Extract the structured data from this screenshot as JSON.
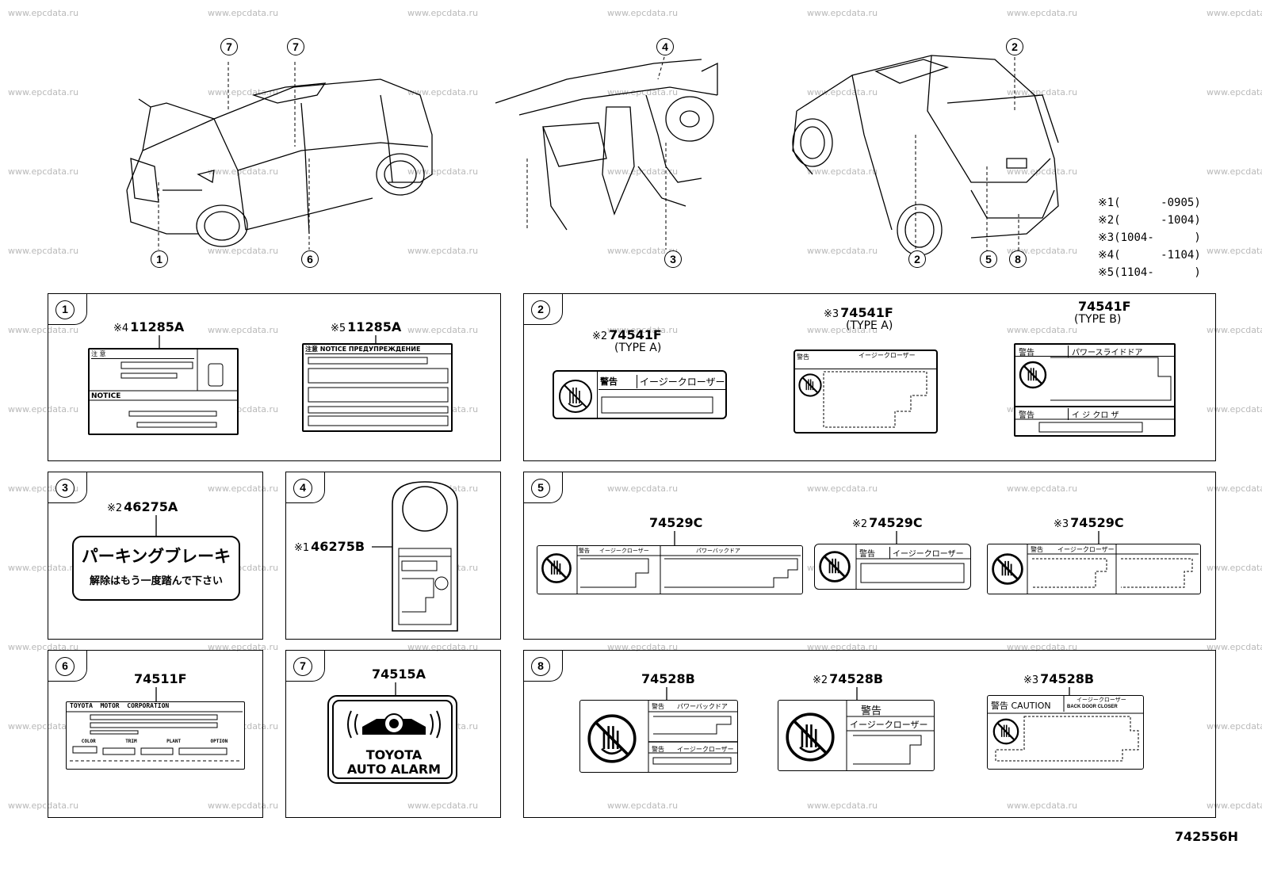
{
  "watermark": "www.epcdata.ru",
  "legend": [
    {
      "mark": "※1",
      "range": "(      -0905)"
    },
    {
      "mark": "※2",
      "range": "(      -1004)"
    },
    {
      "mark": "※3",
      "range": "(1004-      )"
    },
    {
      "mark": "※4",
      "range": "(      -1104)"
    },
    {
      "mark": "※5",
      "range": "(1104-      )"
    }
  ],
  "diagram_code": "742556H",
  "callouts": [
    "7",
    "7",
    "4",
    "2",
    "1",
    "6",
    "3",
    "2",
    "5",
    "8"
  ],
  "panels": {
    "p1": {
      "num": "1",
      "parts": [
        {
          "mark": "※4",
          "pn": "11285A"
        },
        {
          "mark": "※5",
          "pn": "11285A"
        }
      ],
      "label_texts": {
        "a_head": "注 意",
        "a_notice": "NOTICE",
        "b_head": "注意  NOTICE  ПРЕДУПРЕЖДЕНИЕ"
      }
    },
    "p2": {
      "num": "2",
      "parts": [
        {
          "mark": "※2",
          "pn": "74541F",
          "type": "(TYPE A)",
          "head": "警告",
          "title": "イージークローザー"
        },
        {
          "mark": "※3",
          "pn": "74541F",
          "type": "(TYPE A)",
          "head": "警告",
          "title": "イージークローザー"
        },
        {
          "mark": "",
          "pn": "74541F",
          "type": "(TYPE B)",
          "head": "警告",
          "title": "パワースライドドア",
          "title2": "イ ジ クロ ザ"
        }
      ]
    },
    "p3": {
      "num": "3",
      "parts": [
        {
          "mark": "※2",
          "pn": "46275A"
        }
      ],
      "line1": "パーキングブレーキ",
      "line2": "解除はもう一度踏んで下さい"
    },
    "p4": {
      "num": "4",
      "parts": [
        {
          "mark": "※1",
          "pn": "46275B"
        }
      ]
    },
    "p5": {
      "num": "5",
      "parts": [
        {
          "mark": "",
          "pn": "74529C",
          "head": "警告",
          "title": "イージークローザー",
          "title2": "パワーバックドア"
        },
        {
          "mark": "※2",
          "pn": "74529C",
          "head": "警告",
          "title": "イージークローザー"
        },
        {
          "mark": "※3",
          "pn": "74529C",
          "head": "警告",
          "title": "イージークローザー"
        }
      ]
    },
    "p6": {
      "num": "6",
      "parts": [
        {
          "mark": "",
          "pn": "74511F"
        }
      ],
      "maker": "TOYOTA  MOTOR  CORPORATION",
      "cols": [
        "COLOR",
        "TRIM",
        "PLANT",
        "OPTION"
      ]
    },
    "p7": {
      "num": "7",
      "parts": [
        {
          "mark": "",
          "pn": "74515A"
        }
      ],
      "line1": "TOYOTA",
      "line2": "AUTO ALARM"
    },
    "p8": {
      "num": "8",
      "parts": [
        {
          "mark": "",
          "pn": "74528B",
          "head": "警告",
          "title": "パワーバックドア",
          "title2": "イージークローザー"
        },
        {
          "mark": "※2",
          "pn": "74528B",
          "head": "警告",
          "title": "イージークローザー"
        },
        {
          "mark": "※3",
          "pn": "74528B",
          "head": "警告 CAUTION",
          "title": "イージークローザー",
          "title_en": "BACK DOOR CLOSER"
        }
      ]
    }
  }
}
